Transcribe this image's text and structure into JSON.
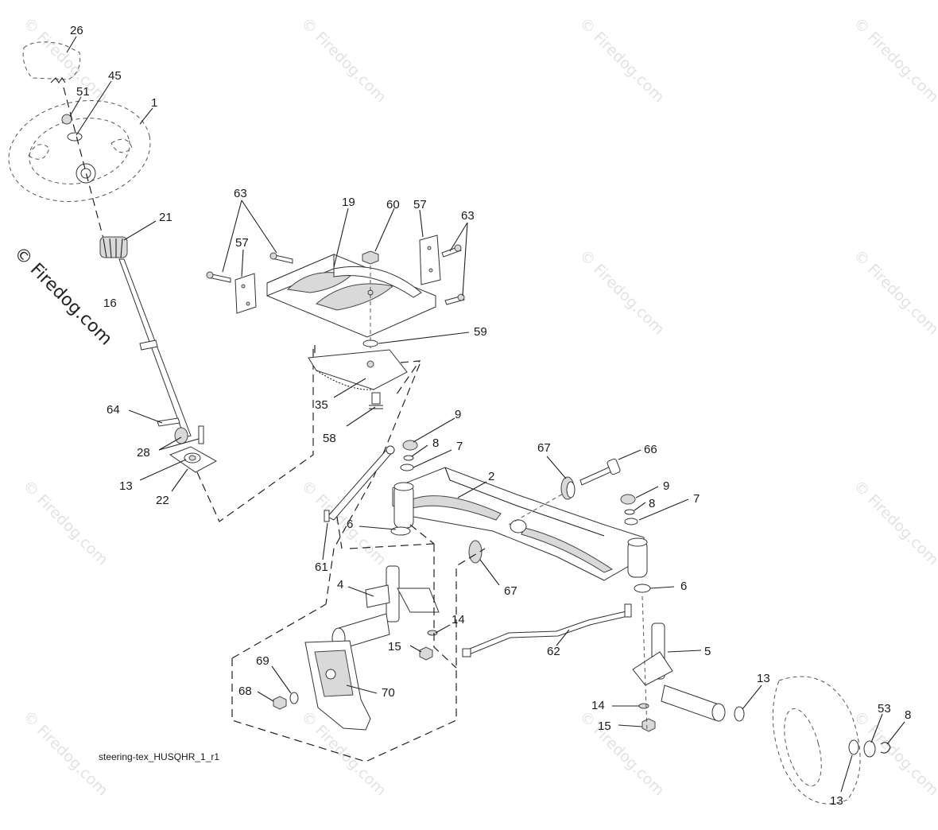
{
  "watermark": "© Firedog.com",
  "caption": "steering-tex_HUSQHR_1_r1",
  "callouts": [
    {
      "id": "c26",
      "label": "26"
    },
    {
      "id": "c45",
      "label": "45"
    },
    {
      "id": "c51",
      "label": "51"
    },
    {
      "id": "c1",
      "label": "1"
    },
    {
      "id": "c21",
      "label": "21"
    },
    {
      "id": "c16",
      "label": "16"
    },
    {
      "id": "c64",
      "label": "64"
    },
    {
      "id": "c28",
      "label": "28"
    },
    {
      "id": "c13a",
      "label": "13"
    },
    {
      "id": "c22",
      "label": "22"
    },
    {
      "id": "c63a",
      "label": "63"
    },
    {
      "id": "c19",
      "label": "19"
    },
    {
      "id": "c60",
      "label": "60"
    },
    {
      "id": "c57a",
      "label": "57"
    },
    {
      "id": "c57b",
      "label": "57"
    },
    {
      "id": "c63b",
      "label": "63"
    },
    {
      "id": "c59",
      "label": "59"
    },
    {
      "id": "c35",
      "label": "35"
    },
    {
      "id": "c58",
      "label": "58"
    },
    {
      "id": "c9a",
      "label": "9"
    },
    {
      "id": "c8a",
      "label": "8"
    },
    {
      "id": "c7a",
      "label": "7"
    },
    {
      "id": "c67a",
      "label": "67"
    },
    {
      "id": "c66",
      "label": "66"
    },
    {
      "id": "c2",
      "label": "2"
    },
    {
      "id": "c9b",
      "label": "9"
    },
    {
      "id": "c8b",
      "label": "8"
    },
    {
      "id": "c7b",
      "label": "7"
    },
    {
      "id": "c6a",
      "label": "6"
    },
    {
      "id": "c61",
      "label": "61"
    },
    {
      "id": "c67b",
      "label": "67"
    },
    {
      "id": "c6b",
      "label": "6"
    },
    {
      "id": "c4",
      "label": "4"
    },
    {
      "id": "c14a",
      "label": "14"
    },
    {
      "id": "c15a",
      "label": "15"
    },
    {
      "id": "c62",
      "label": "62"
    },
    {
      "id": "c5",
      "label": "5"
    },
    {
      "id": "c69",
      "label": "69"
    },
    {
      "id": "c68",
      "label": "68"
    },
    {
      "id": "c70",
      "label": "70"
    },
    {
      "id": "c13b",
      "label": "13"
    },
    {
      "id": "c14b",
      "label": "14"
    },
    {
      "id": "c15b",
      "label": "15"
    },
    {
      "id": "c53",
      "label": "53"
    },
    {
      "id": "c8c",
      "label": "8"
    },
    {
      "id": "c13c",
      "label": "13"
    }
  ]
}
